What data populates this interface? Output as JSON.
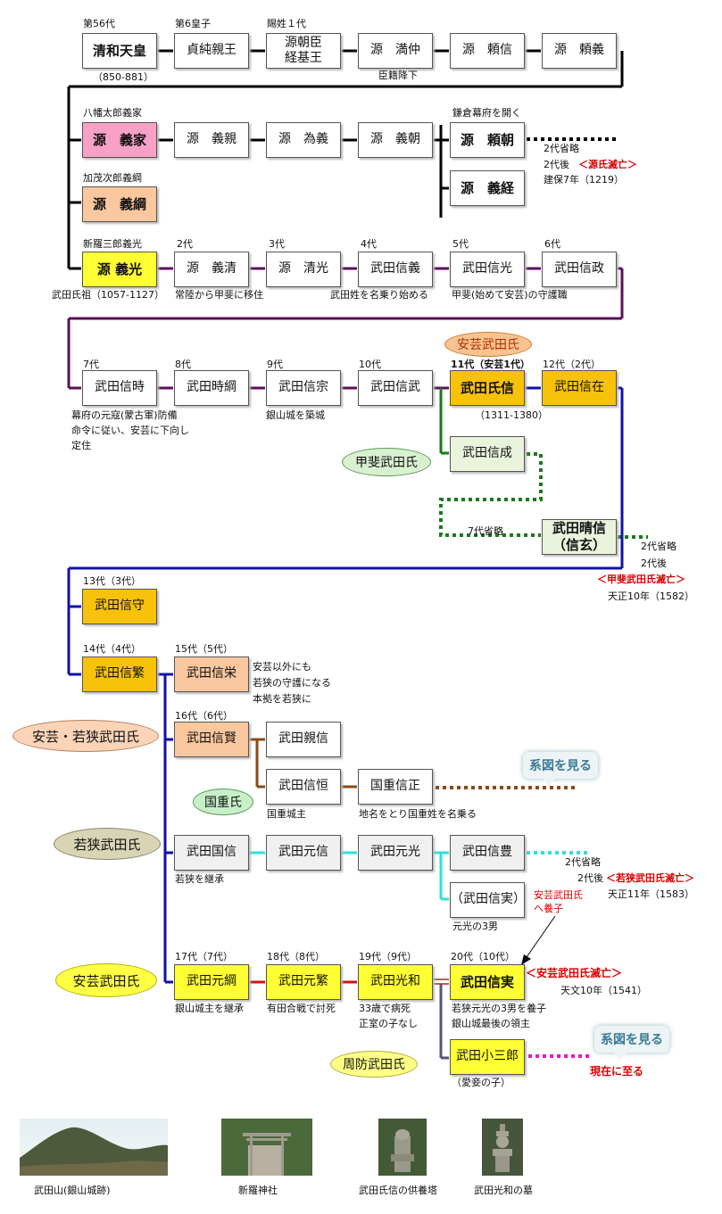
{
  "boxes": {
    "seiwa": "清和天皇",
    "sadazumi": "貞純親王",
    "tsunemoto": "源朝臣\n経基王",
    "mitsunaka": "源　満仲",
    "yorinobu": "源　頼信",
    "yoriyoshi": "源　頼義",
    "yoshiie": "源　義家",
    "yoshichika": "源　義親",
    "tameyoshi": "源　為義",
    "yoshitomo": "源　義朝",
    "yoritomo": "源　頼朝",
    "yoshitsune": "源　義経",
    "yoshitsuna": "源　義綱",
    "yoshimitsu": "源 義光",
    "yoshikiyo": "源　義清",
    "kiyomitsu": "源　清光",
    "nobuyoshi": "武田信義",
    "nobumitsu": "武田信光",
    "nobumasa": "武田信政",
    "nobutoki": "武田信時",
    "tokitsuna": "武田時綱",
    "nobumune": "武田信宗",
    "nobutake": "武田信武",
    "ujinobu": "武田氏信",
    "nobuari": "武田信在",
    "nobunari": "武田信成",
    "harunobu": "武田晴信\n（信玄）",
    "nobumori": "武田信守",
    "nobushige": "武田信繁",
    "nobuhide": "武田信栄",
    "nobukata": "武田信賢",
    "chikanobu": "武田親信",
    "nobutsune": "武田信恒",
    "nobumasa2": "国重信正",
    "kuninobu": "武田国信",
    "motonobu": "武田元信",
    "motomitsu": "武田元光",
    "nobutoyo": "武田信豊",
    "nobuzane_p": "（武田信実）",
    "mototsuna": "武田元綱",
    "motoshige": "武田元繁",
    "mitsukazu": "武田光和",
    "nobuzane": "武田信実",
    "kosaburo": "武田小三郎"
  },
  "labels": {
    "gen56": "第56代",
    "sixth_prince": "第6皇子",
    "shisei1": "賜姓１代",
    "seiwa_years": "（850-881）",
    "shinseki": "臣籍降下",
    "hachiman": "八幡太郎義家",
    "kamakura": "鎌倉幕府を開く",
    "omit_minamoto": "2代省略",
    "after_minamoto": "2代後",
    "genji_end": "＜源氏滅亡＞",
    "kenpo": "建保7年（1219）",
    "kamo": "加茂次郎義綱",
    "shinra": "新羅三郎義光",
    "d2": "2代",
    "d3": "3代",
    "d4": "4代",
    "d5": "5代",
    "d6": "6代",
    "takeda_founder": "武田氏祖（1057-1127）",
    "hitachi": "常陸から甲斐に移住",
    "takeda_name": "武田姓を名乗り始める",
    "kai_shugo": "甲斐(始めて安芸)の守護職",
    "d7": "7代",
    "d8": "8代",
    "d9": "9代",
    "d10": "10代",
    "d11": "11代（安芸1代）",
    "d12": "12代（2代）",
    "genko1": "幕府の元寇(蒙古軍)防備",
    "genko2": "命令に従い、安芸に下向し",
    "genko3": "定住",
    "ginzan_build": "銀山城を築城",
    "ujinobu_years": "（1311-1380）",
    "omit7": "7代省略",
    "omit_kai": "2代省略",
    "after_kai": "2代後",
    "kai_end": "＜甲斐武田氏滅亡＞",
    "tensho10": "天正10年（1582）",
    "d13": "13代（3代）",
    "d14": "14代（4代）",
    "d15": "15代（5代）",
    "hide1": "安芸以外にも",
    "hide2": "若狭の守護になる",
    "hide3": "本拠を若狭に",
    "d16": "16代（6代）",
    "kunishige_lord": "国重城主",
    "kunishige_name": "地名をとり国重姓を名乗る",
    "wakasa_inherit": "若狭を継承",
    "omit_wakasa": "2代省略",
    "after_wakasa": "2代後",
    "wakasa_end": "＜若狭武田氏滅亡＞",
    "tensho11": "天正11年（1583）",
    "adopt1": "安芸武田氏",
    "adopt2": "へ養子",
    "motomitsu_son": "元光の3男",
    "d17": "17代（7代）",
    "d18": "18代（8代）",
    "d19": "19代（9代）",
    "d20": "20代（10代）",
    "aki_end": "＜安芸武田氏滅亡＞",
    "tenbun": "天文10年（1541）",
    "ginzan_inherit": "銀山城主を継承",
    "arita": "有田合戦で討死",
    "age33": "33歳で病死",
    "no_heir": "正室の子なし",
    "adopt_son": "若狭元光の3男を養子",
    "last_lord": "銀山城最後の領主",
    "concubine": "（愛妾の子）",
    "present": "現在に至る"
  },
  "ovals": {
    "aki_top": "安芸武田氏",
    "kai": "甲斐武田氏",
    "aki_wakasa": "安芸・若狭武田氏",
    "kunishige": "国重氏",
    "wakasa": "若狭武田氏",
    "aki_bottom": "安芸武田氏",
    "suo": "周防武田氏"
  },
  "buttons": {
    "see1": "系図を見る",
    "see2": "系図を見る"
  },
  "photos": {
    "p1": "武田山(銀山城跡)",
    "p2": "新羅神社",
    "p3": "武田氏信の供養塔",
    "p4": "武田光和の墓"
  },
  "colors": {
    "black": "#000000",
    "purple": "#5b0f5b",
    "blue": "#1010a8",
    "green": "#1a7a1a",
    "brown": "#8b4a14",
    "cyan": "#33dddd",
    "red": "#c81818",
    "navy": "#555577",
    "magenta": "#e020c8"
  }
}
